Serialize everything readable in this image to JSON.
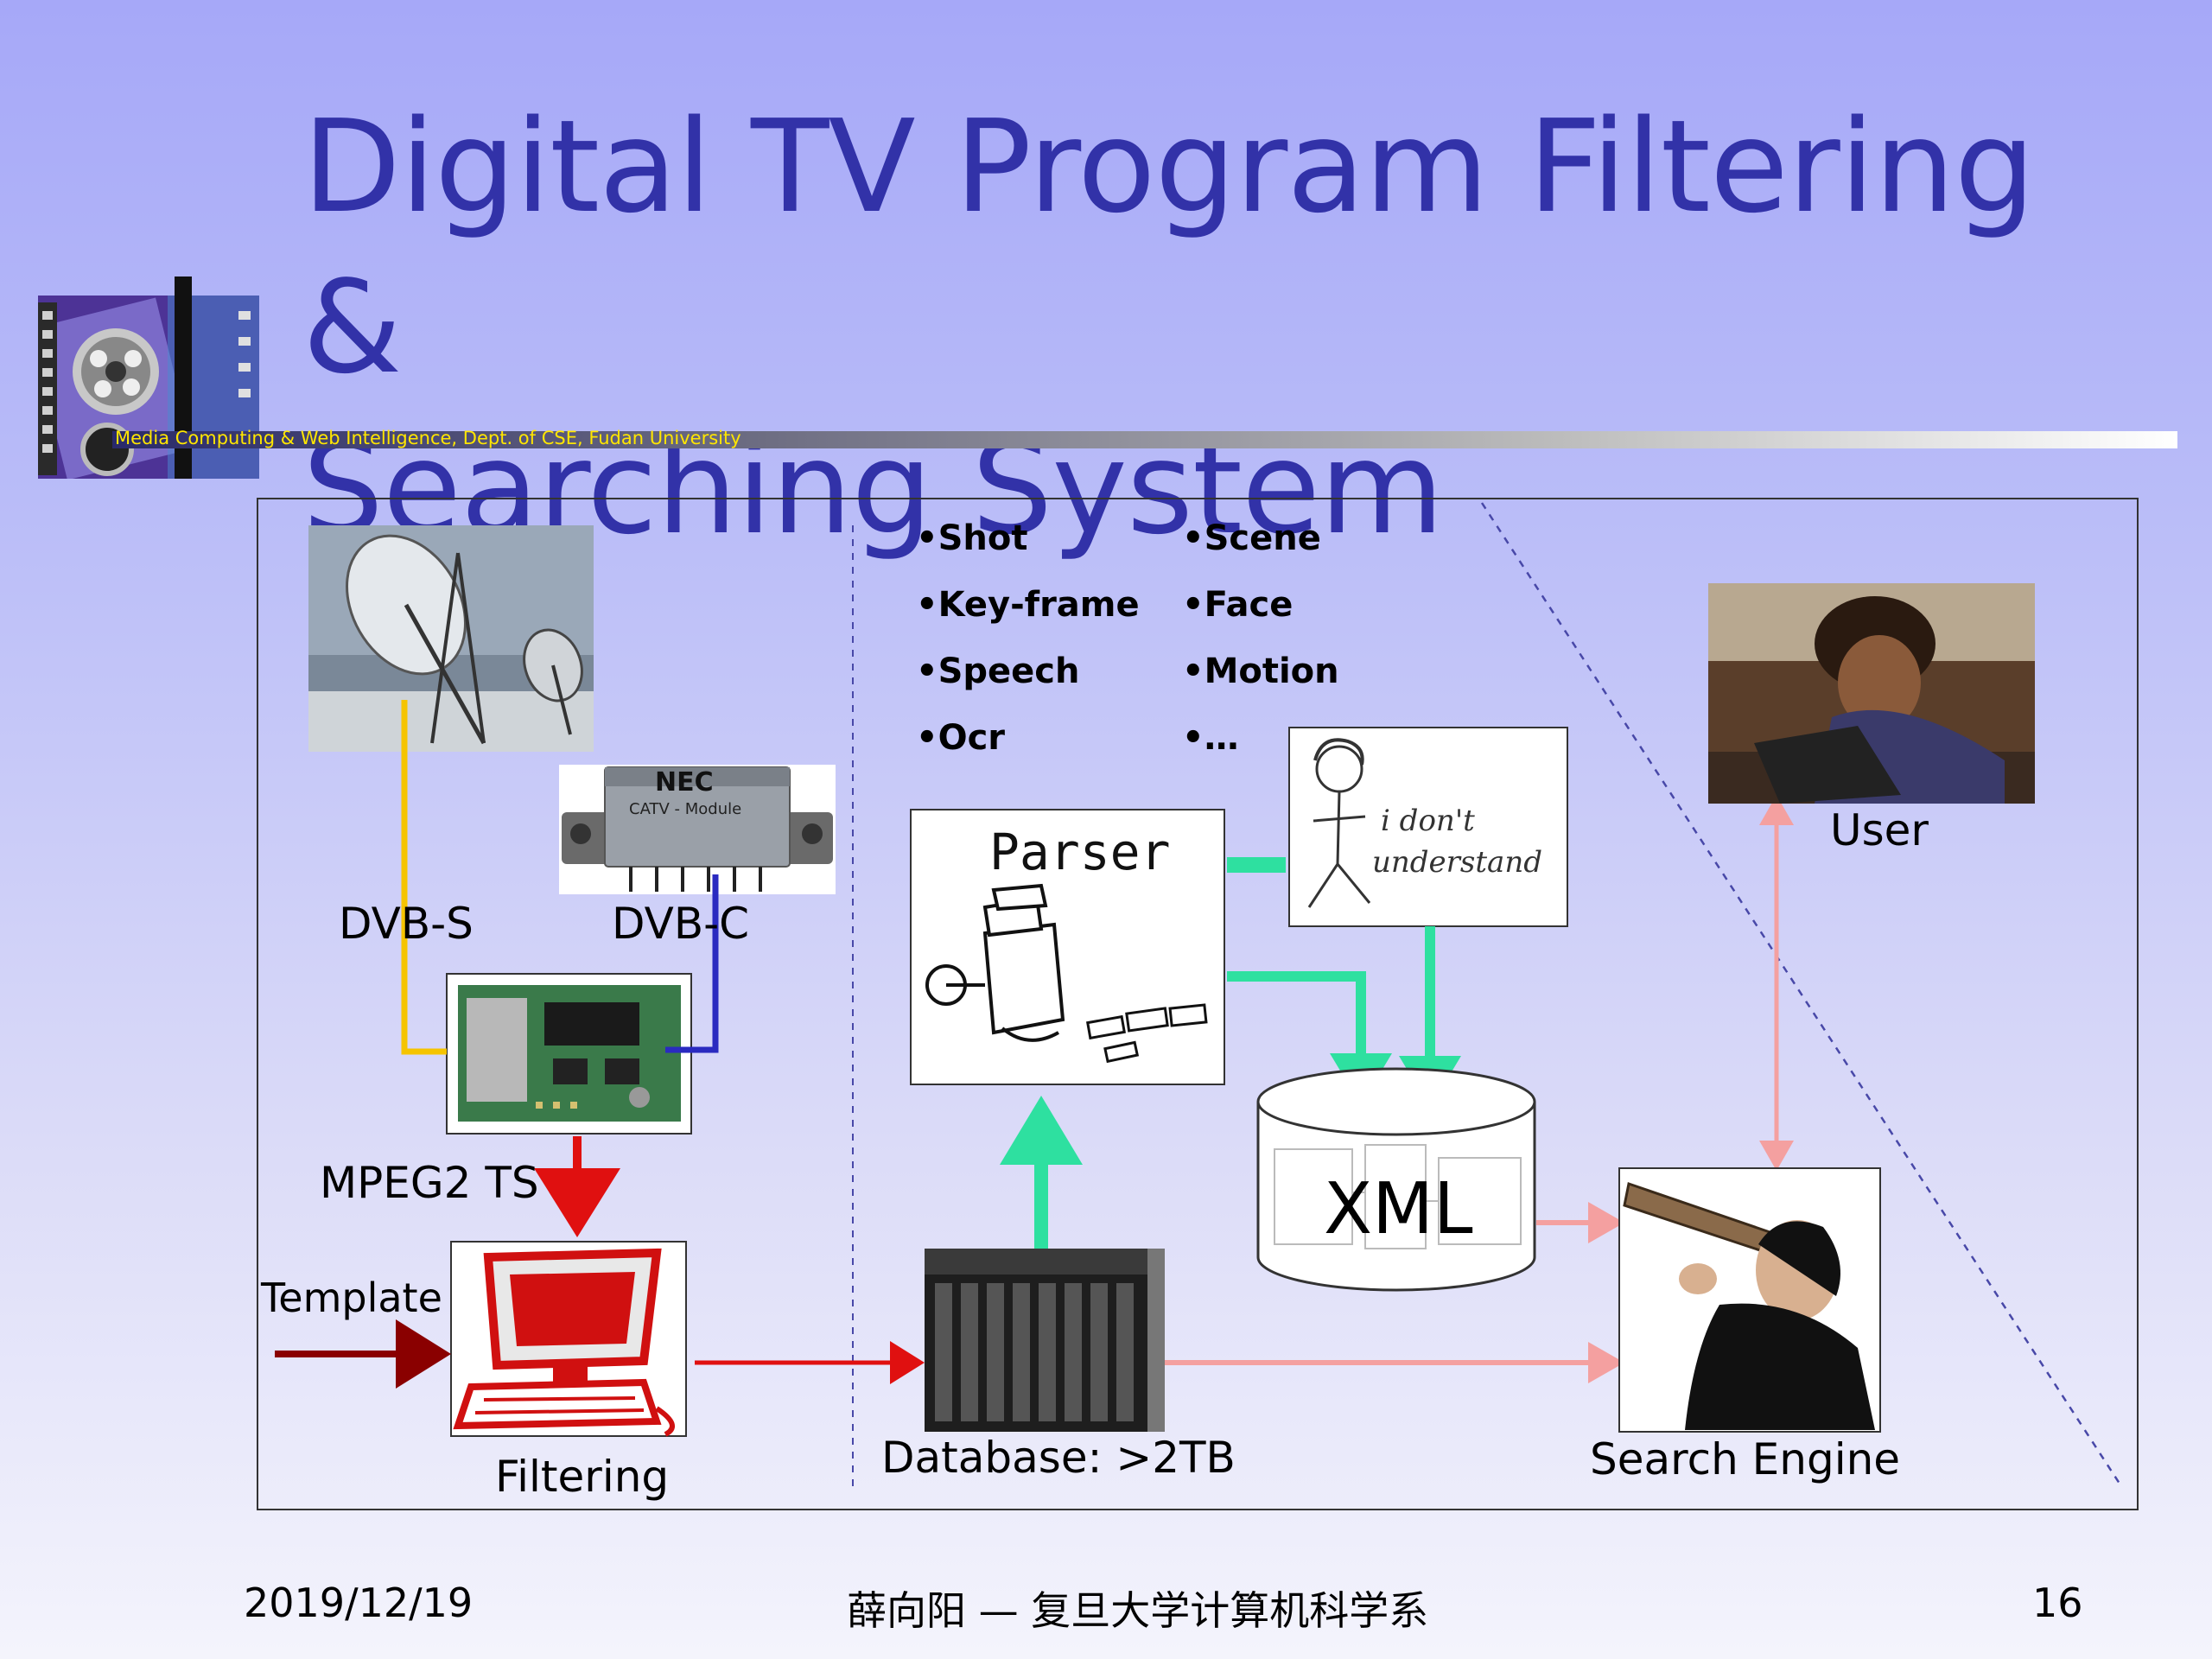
{
  "slide": {
    "title_line1": "Digital TV Program Filtering &",
    "title_line2": "Searching System",
    "rule_caption": "Media Computing & Web Intelligence, Dept. of CSE, Fudan University"
  },
  "diagram": {
    "dvb_s_label": "DVB-S",
    "dvb_c_label": "DVB-C",
    "nec_module_brand": "NEC",
    "nec_module_text": "CATV - Module",
    "mpeg_label": "MPEG2 TS",
    "template_label": "Template",
    "filtering_label": "Filtering",
    "database_label": "Database: >2TB",
    "parser_label": "Parser",
    "sketch_text_line1": "i don't",
    "sketch_text_line2": "understand",
    "xml_label": "XML",
    "user_label": "User",
    "search_engine_label": "Search Engine",
    "features": [
      "•Shot",
      "•Scene",
      "•Key-frame",
      "•Face",
      "•Speech",
      "•Motion",
      "•Ocr",
      "•…"
    ]
  },
  "footer": {
    "date": "2019/12/19",
    "author": "薛向阳 — 复旦大学计算机科学系",
    "page": "16"
  },
  "colors": {
    "title": "#3232a8",
    "dvb_s_line": "#f5c400",
    "dvb_c_line": "#2a2ac0",
    "red_arrow": "#e01010",
    "dark_red_arrow": "#8a0000",
    "green_arrow": "#2ee0a0",
    "pink_arrow": "#f4a0a0"
  }
}
